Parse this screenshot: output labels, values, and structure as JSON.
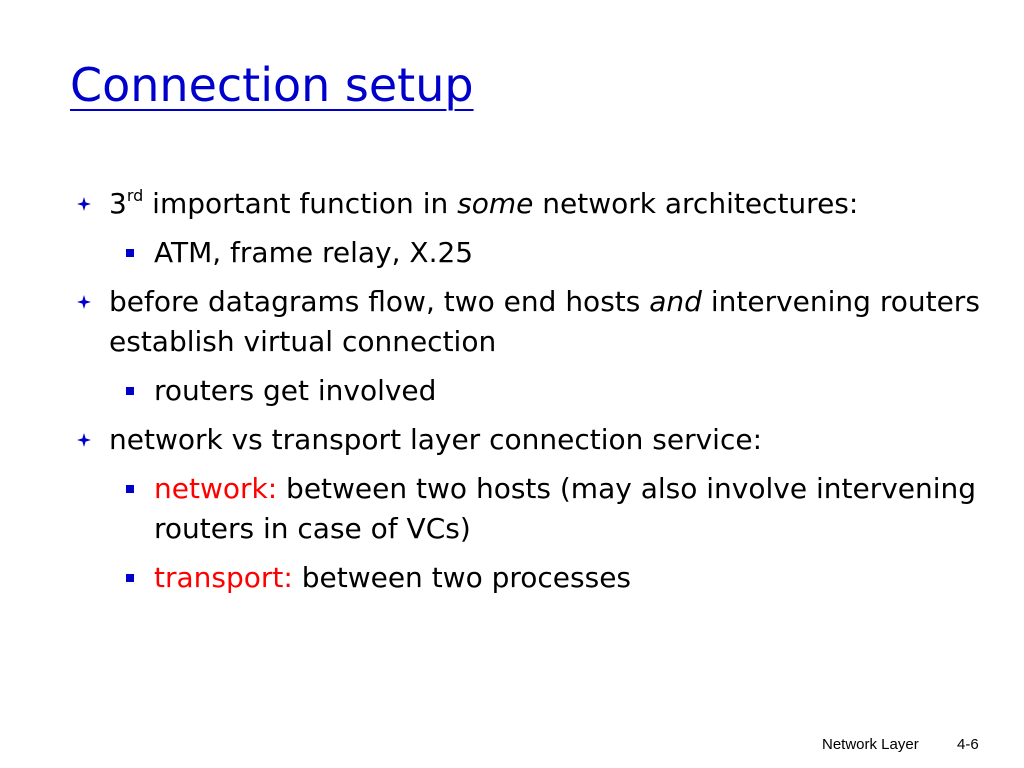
{
  "slide": {
    "title": "Connection setup",
    "accent_color": "#0000cc",
    "highlight_color": "#ff0000",
    "bullets": {
      "b1": {
        "prefix": "3",
        "superscript": "rd",
        "text_before": " important function in ",
        "emphasis": "some",
        "text_after": " network architectures:",
        "sub1": "ATM, frame relay, X.25"
      },
      "b2": {
        "text_before": "before datagrams flow, two end hosts ",
        "emphasis": "and",
        "text_after": " intervening routers establish virtual connection",
        "sub1": "routers get involved"
      },
      "b3": {
        "text": "network vs transport layer connection service:",
        "sub1_label": "network:",
        "sub1_text": " between two hosts (may also involve intervening routers in case of VCs)",
        "sub2_label": "transport:",
        "sub2_text": " between two processes"
      }
    }
  },
  "footer": {
    "section": "Network Layer",
    "page": "4-6"
  },
  "icons": {
    "level1_bullet": "diamond-bullet-icon",
    "level2_bullet": "square-bullet-icon"
  }
}
